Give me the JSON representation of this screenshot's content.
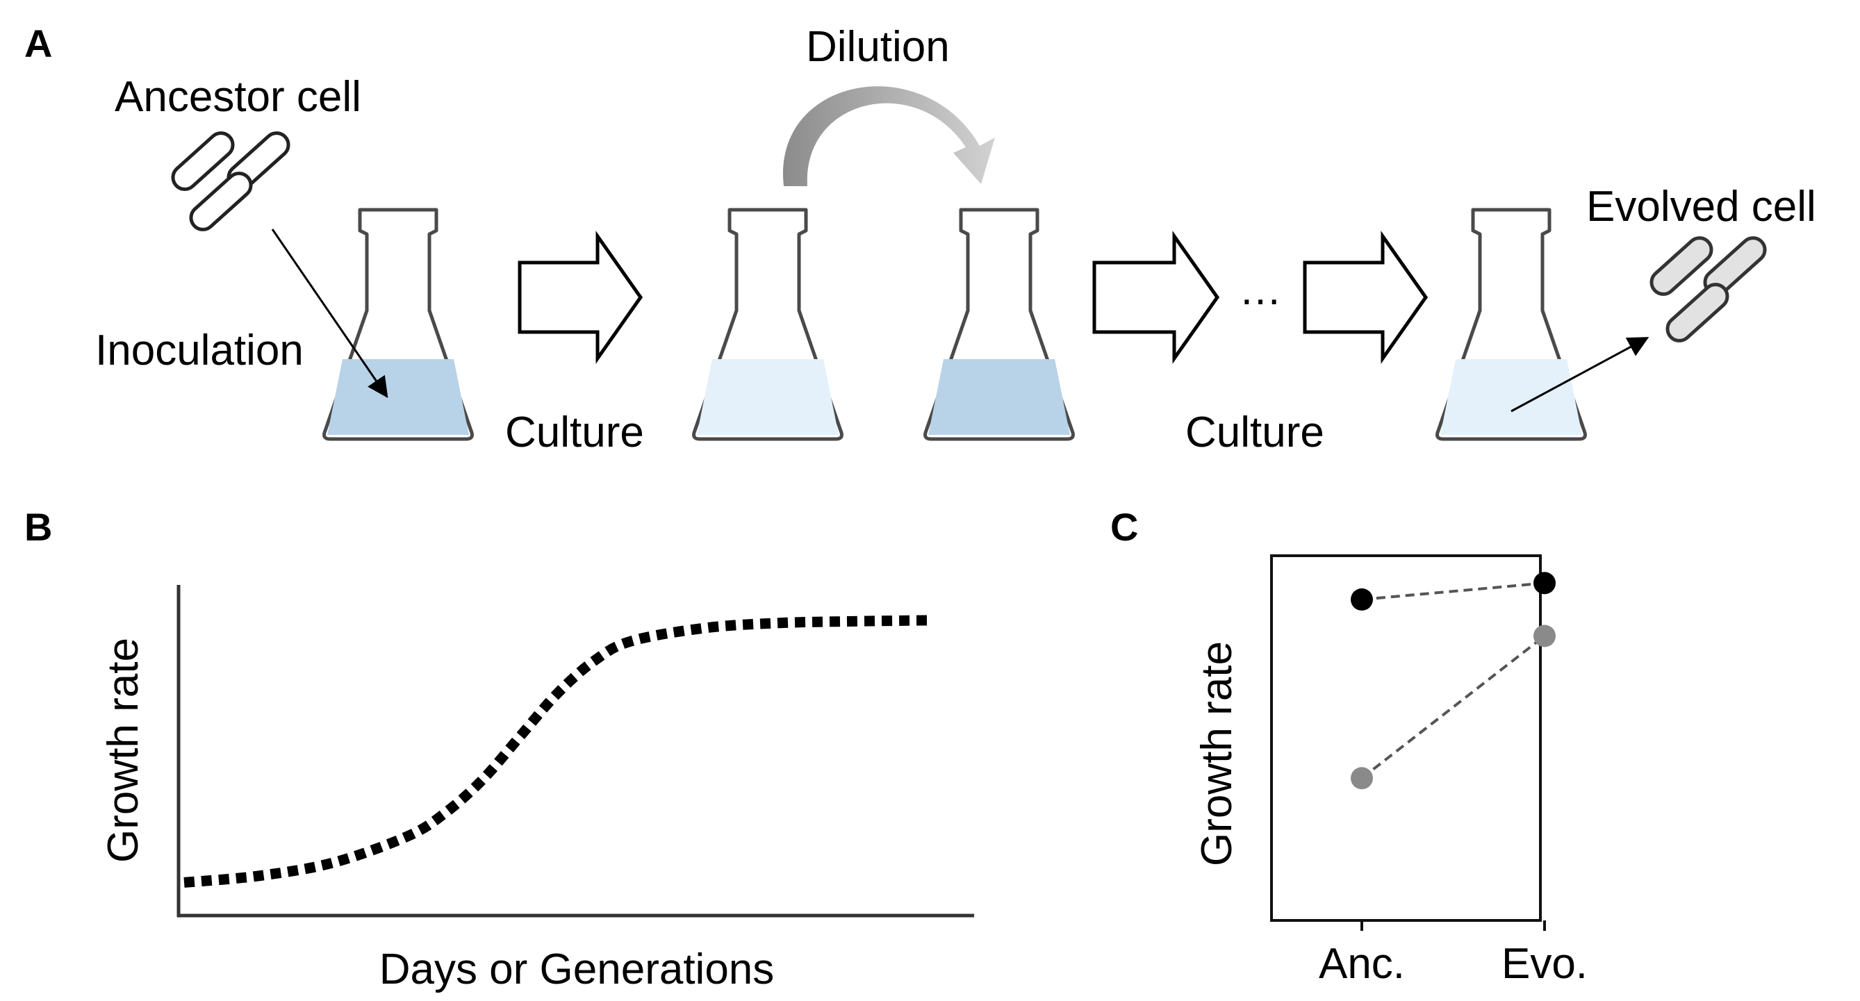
{
  "panels": {
    "a": {
      "letter": "A",
      "ancestor_label": "Ancestor cell",
      "dilution_label": "Dilution",
      "inoculation_label": "Inoculation",
      "culture_label_1": "Culture",
      "culture_label_2": "Culture",
      "ellipsis": "…",
      "evolved_label": "Evolved cell"
    },
    "b": {
      "letter": "B",
      "ylabel": "Growth rate",
      "xlabel": "Days or Generations"
    },
    "c": {
      "letter": "C",
      "ylabel": "Growth rate"
    }
  },
  "colors": {
    "liquid_dark": "#b8d2e8",
    "liquid_light": "#e4f1fb",
    "evolved_cell": "#e2e2e2",
    "series_black": "#000000",
    "series_gray": "#8a8a8a"
  },
  "chart_data": [
    {
      "type": "line",
      "xlabel": "Days or Generations",
      "ylabel": "Growth rate",
      "line_style": "dotted",
      "ticks": "none",
      "x": [
        0,
        0.1,
        0.2,
        0.3,
        0.35,
        0.4,
        0.45,
        0.5,
        0.55,
        0.6,
        0.7,
        0.8,
        0.9,
        1.0
      ],
      "y": [
        0.1,
        0.12,
        0.16,
        0.24,
        0.31,
        0.41,
        0.54,
        0.67,
        0.77,
        0.83,
        0.87,
        0.885,
        0.89,
        0.893
      ],
      "xlim": [
        0,
        1.06
      ],
      "ylim": [
        0,
        1
      ]
    },
    {
      "type": "scatter",
      "ylabel": "Growth rate",
      "categories": [
        "Anc.",
        "Evo."
      ],
      "connected": "dashed",
      "ylim": [
        0,
        1
      ],
      "series": [
        {
          "color": "#000000",
          "values": [
            0.88,
            0.925
          ]
        },
        {
          "color": "#8a8a8a",
          "values": [
            0.39,
            0.78
          ]
        }
      ]
    }
  ]
}
